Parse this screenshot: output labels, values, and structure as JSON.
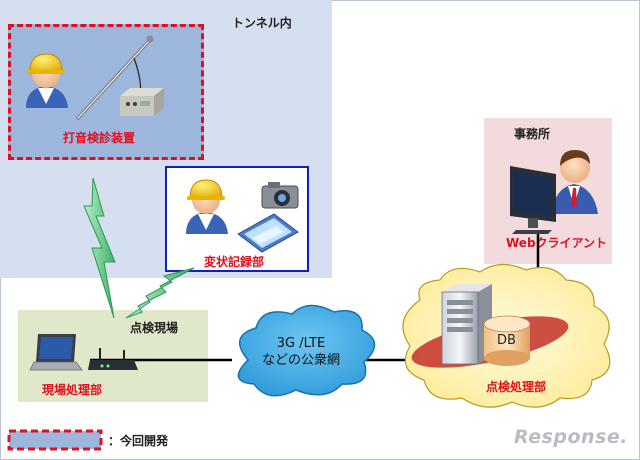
{
  "labels": {
    "tunnel_interior": "トンネル内",
    "hammering_device": "打音検診装置",
    "deformation_recorder": "変状記録部",
    "office": "事務所",
    "web_client": "Webクライアント",
    "inspection_site": "点検現場",
    "site_processor": "現場処理部",
    "network_line1": "3G /LTE",
    "network_line2": "などの公衆網",
    "db": "DB",
    "inspection_processor": "点検処理部",
    "legend": "：今回開発"
  },
  "watermark": "Response.",
  "colors": {
    "new_development_border": "#e01020",
    "new_development_fill": "#9db6dc",
    "tunnel_fill": "#d5dfef",
    "office_fill": "#f3dadc",
    "site_fill": "#dfe8c8",
    "cloud_fill": "#3aa8e0",
    "server_cloud_fill": "#fff2b0",
    "wireless_signal": "#7ed89a",
    "recorder_border": "#1020c0"
  },
  "icons": [
    "worker-helmet-icon",
    "hammering-rod-icon",
    "control-unit-icon",
    "camera-icon",
    "tablet-icon",
    "business-user-icon",
    "desktop-monitor-icon",
    "laptop-icon",
    "router-icon",
    "server-icon",
    "database-icon",
    "lightning-signal-icon"
  ]
}
